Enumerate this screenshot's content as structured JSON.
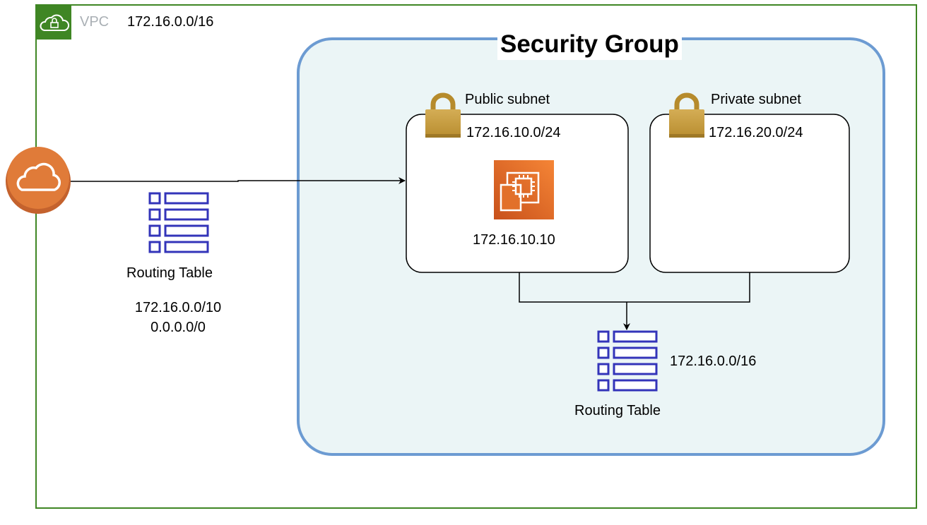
{
  "vpc": {
    "label": "VPC",
    "cidr": "172.16.0.0/16"
  },
  "security_group": {
    "title": "Security Group"
  },
  "public_subnet": {
    "label": "Public subnet",
    "cidr": "172.16.10.0/24",
    "instance_ip": "172.16.10.10"
  },
  "private_subnet": {
    "label": "Private subnet",
    "cidr": "172.16.20.0/24"
  },
  "left_routing_table": {
    "label": "Routing Table",
    "routes": [
      "172.16.0.0/10",
      "0.0.0.0/0"
    ]
  },
  "inner_routing_table": {
    "label": "Routing Table",
    "route": "172.16.0.0/16"
  },
  "icons": {
    "vpc": "vpc-cloud-lock-icon",
    "gateway": "internet-gateway-cloud-icon",
    "routing_table": "routing-table-icon",
    "lock": "padlock-icon",
    "instance": "ec2-instance-icon"
  },
  "colors": {
    "vpc_border": "#3f8624",
    "security_group_border": "#6c9bd2",
    "security_group_fill": "#ebf5f6",
    "gateway": "#e07b39",
    "routing_table": "#3334b9",
    "lock": "#c8a043",
    "instance": "#e8771a"
  }
}
